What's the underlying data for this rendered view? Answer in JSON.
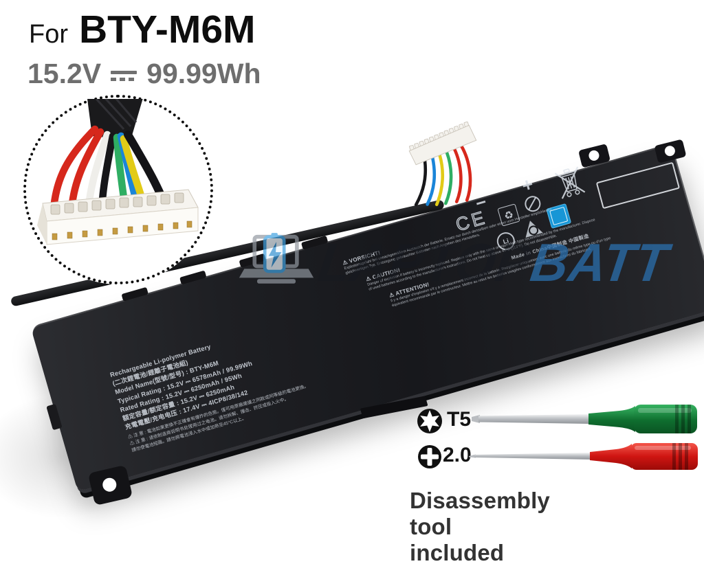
{
  "header": {
    "for_label": "For",
    "model": "BTY-M6M",
    "voltage": "15.2V",
    "capacity": "99.99Wh",
    "dc_symbol_meaning": "direct-current"
  },
  "watermark": {
    "brand_left": "LAPTOP",
    "brand_right": "BATT"
  },
  "battery": {
    "spec_lines": [
      "Rechargeable Li-polymer Battery",
      "(二次鋰電池/鋰離子電池組)",
      "Model Name(型號/型号) : BTY-M6M",
      "Typical Rating : 15.2V ⎓ 6578mAh / 99.99Wh",
      "Rated Rating : 15.2V ⎓ 6250mAh / 95Wh",
      "額定容量/额定容量 : 15.2V ⎓ 6250mAh",
      "充電電壓/充电电压 : 17.4V ⎓   4ICP8/38/142"
    ],
    "cn_warning_lines": [
      "⚠ 注 意 : 電池如果更換不正確會有爆炸的危險。僅可用原廠建議之同款或同等級的電池更換。",
      "⚠ 注 意 : 请依制造商说明书处理用过之电池。请勿拆解、撞击、挤压或投入火中。",
      "請勿使電池短路。請勿將電池浸入水中或加熱至45°C以上。"
    ],
    "warnings": [
      {
        "title": "⚠ VORSICHT!",
        "body": "Explosionsgefahr bei unsachgemäßem Austausch der Batterie. Ersatz nur durch denselben oder einen vom Hersteller empfohlenen gleichwertigen Typ. Entsorgung gebrauchter Batterien nach Angaben des Herstellers."
      },
      {
        "title": "⚠ CAUTION!",
        "body": "Danger of explosion if battery is incorrectly replaced. Replace only with the same or equivalent type recommended by the manufacturer. Dispose of used batteries according to the manufacturer's instructions. Do not heat up above 45°C (113°F). Do not disassemble."
      },
      {
        "title": "⚠ ATTENTION!",
        "body": "Il y a danger d'explosion s'il y a remplacement incorrect de la batterie. Remplacer uniquement avec une batterie du même type ou d'un type équivalent recommandé par le constructeur. Mettre au rebut les batteries usagées conformément aux instructions du fabricant."
      }
    ],
    "marks": {
      "minus": "−",
      "plus": "+",
      "ce": "CE",
      "li": "Li",
      "recycle": "♻",
      "made_in": "Made in China中国制造 中国製造"
    }
  },
  "tools": {
    "items": [
      {
        "icon": "torx-t5-icon",
        "label": "T5",
        "handle_color": "#157a38"
      },
      {
        "icon": "phillips-icon",
        "label": "2.0",
        "handle_color": "#cf1310"
      }
    ],
    "caption": "Disassembly tool included"
  },
  "colors": {
    "watermark_blue": "#2e74b4",
    "cert_label_blue": "#1796d6",
    "subtitle_gray": "#6e6e6e"
  }
}
